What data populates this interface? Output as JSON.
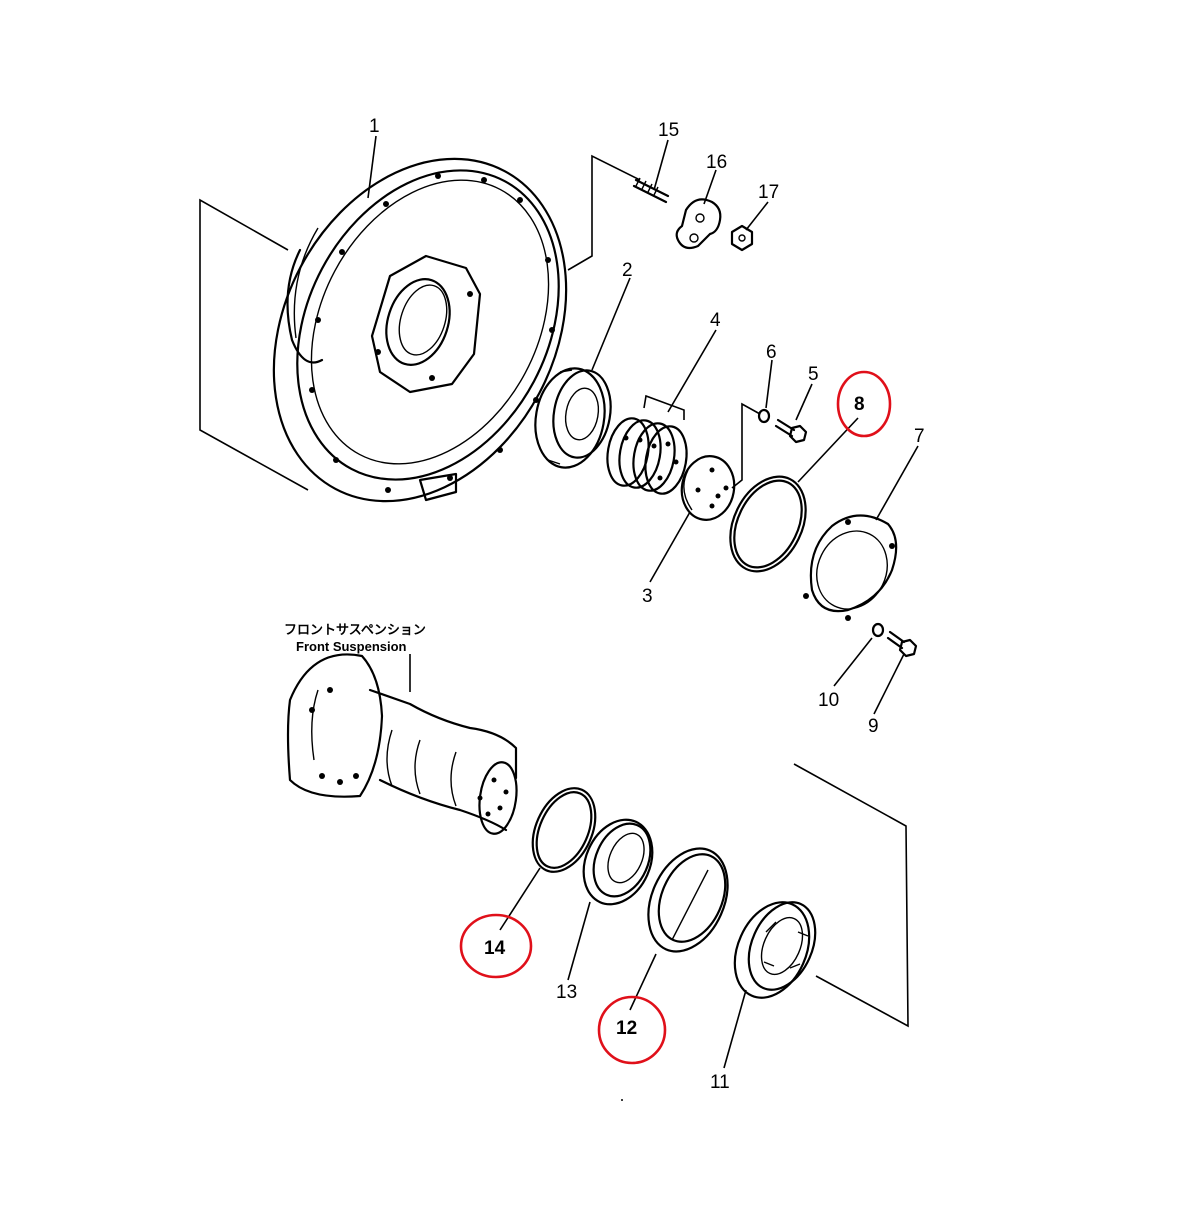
{
  "accent_color": "#e0101a",
  "reference_label": {
    "japanese": "フロントサスペンション",
    "english": "Front Suspension"
  },
  "callouts": [
    {
      "number": "1",
      "highlighted": false
    },
    {
      "number": "2",
      "highlighted": false
    },
    {
      "number": "3",
      "highlighted": false
    },
    {
      "number": "4",
      "highlighted": false
    },
    {
      "number": "5",
      "highlighted": false
    },
    {
      "number": "6",
      "highlighted": false
    },
    {
      "number": "7",
      "highlighted": false
    },
    {
      "number": "8",
      "highlighted": true
    },
    {
      "number": "9",
      "highlighted": false
    },
    {
      "number": "10",
      "highlighted": false
    },
    {
      "number": "11",
      "highlighted": false
    },
    {
      "number": "12",
      "highlighted": true
    },
    {
      "number": "13",
      "highlighted": false
    },
    {
      "number": "14",
      "highlighted": true
    },
    {
      "number": "15",
      "highlighted": false
    },
    {
      "number": "16",
      "highlighted": false
    },
    {
      "number": "17",
      "highlighted": false
    }
  ]
}
